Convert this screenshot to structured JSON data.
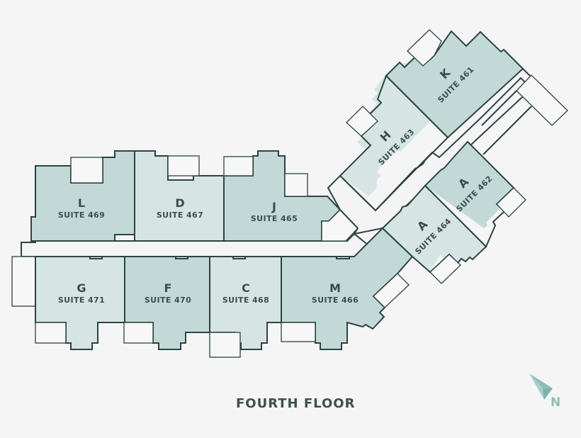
{
  "floor": {
    "title": "FOURTH FLOOR"
  },
  "compass": {
    "label": "N",
    "color": "#8fbdb9"
  },
  "colors": {
    "background": "#f5f5f5",
    "suite_dark": "#c3d9d8",
    "suite_light": "#d6e4e4",
    "outline": "#2b4441",
    "text": "#3a4f4d"
  },
  "suites": [
    {
      "id": "L",
      "letter": "L",
      "label": "SUITE 469"
    },
    {
      "id": "D",
      "letter": "D",
      "label": "SUITE 467"
    },
    {
      "id": "J",
      "letter": "J",
      "label": "SUITE 465"
    },
    {
      "id": "G",
      "letter": "G",
      "label": "SUITE 471"
    },
    {
      "id": "F",
      "letter": "F",
      "label": "SUITE 470"
    },
    {
      "id": "C",
      "letter": "C",
      "label": "SUITE 468"
    },
    {
      "id": "M",
      "letter": "M",
      "label": "SUITE 466"
    },
    {
      "id": "H",
      "letter": "H",
      "label": "SUITE 463"
    },
    {
      "id": "K",
      "letter": "K",
      "label": "SUITE 461"
    },
    {
      "id": "A464",
      "letter": "A",
      "label": "SUITE 464"
    },
    {
      "id": "A462",
      "letter": "A",
      "label": "SUITE 462"
    }
  ]
}
